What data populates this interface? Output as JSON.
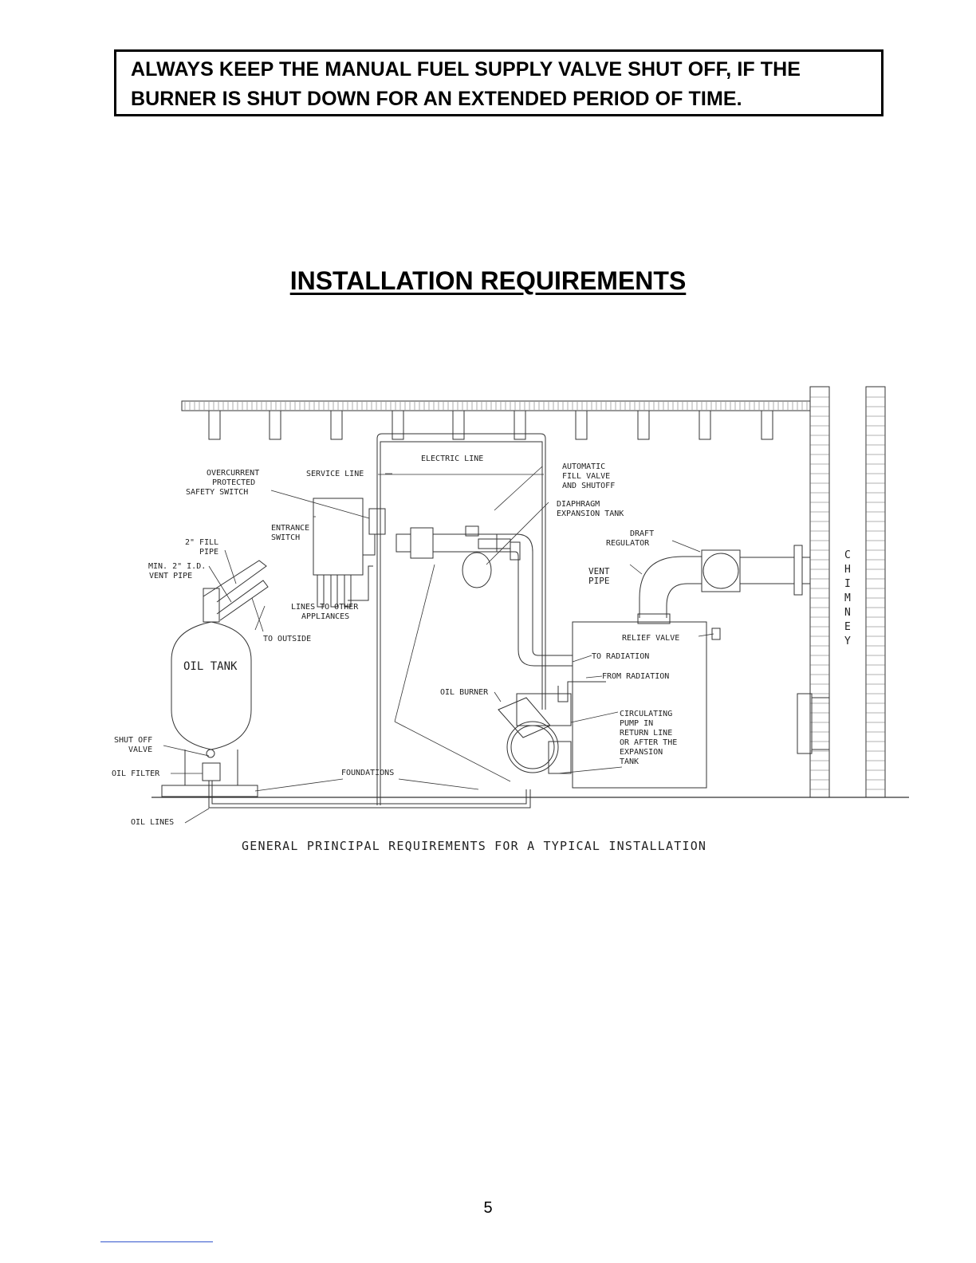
{
  "warning": {
    "line1": "ALWAYS KEEP THE MANUAL FUEL SUPPLY VALVE SHUT OFF, IF THE",
    "line2": "BURNER IS SHUT DOWN FOR AN EXTENDED PERIOD OF TIME."
  },
  "title": "INSTALLATION REQUIREMENTS",
  "diagram": {
    "labels": {
      "electric_line": "ELECTRIC LINE",
      "service_line": "SERVICE LINE",
      "overcurrent_1": "OVERCURRENT",
      "overcurrent_2": "PROTECTED",
      "overcurrent_3": "SAFETY SWITCH",
      "entrance_1": "ENTRANCE",
      "entrance_2": "SWITCH",
      "fill_pipe_1": "2\" FILL",
      "fill_pipe_2": "PIPE",
      "vent_pipe_min_1": "MIN. 2\" I.D.",
      "vent_pipe_min_2": "VENT PIPE",
      "lines_other_1": "LINES TO OTHER",
      "lines_other_2": "APPLIANCES",
      "to_outside": "TO OUTSIDE",
      "oil_tank": "OIL TANK",
      "shut_off_1": "SHUT OFF",
      "shut_off_2": "VALVE",
      "oil_filter": "OIL FILTER",
      "oil_lines": "OIL LINES",
      "foundations": "FOUNDATIONS",
      "oil_burner": "OIL BURNER",
      "auto_fill_1": "AUTOMATIC",
      "auto_fill_2": "FILL VALVE",
      "auto_fill_3": "AND SHUTOFF",
      "diaphragm_1": "DIAPHRAGM",
      "diaphragm_2": "EXPANSION TANK",
      "draft_1": "DRAFT",
      "draft_2": "REGULATOR",
      "vent_1": "VENT",
      "vent_2": "PIPE",
      "relief_valve": "RELIEF VALVE",
      "to_radiation": "TO RADIATION",
      "from_radiation": "FROM RADIATION",
      "circ_1": "CIRCULATING",
      "circ_2": "PUMP IN",
      "circ_3": "RETURN LINE",
      "circ_4": "OR AFTER THE",
      "circ_5": "EXPANSION",
      "circ_6": "TANK",
      "chimney_letters": [
        "C",
        "H",
        "I",
        "M",
        "N",
        "E",
        "Y"
      ]
    },
    "caption": "GENERAL PRINCIPAL REQUIREMENTS FOR A TYPICAL INSTALLATION"
  },
  "page_number": "5",
  "colors": {
    "ink": "#000000",
    "line": "#333333",
    "footer_rule": "#3355cc"
  }
}
